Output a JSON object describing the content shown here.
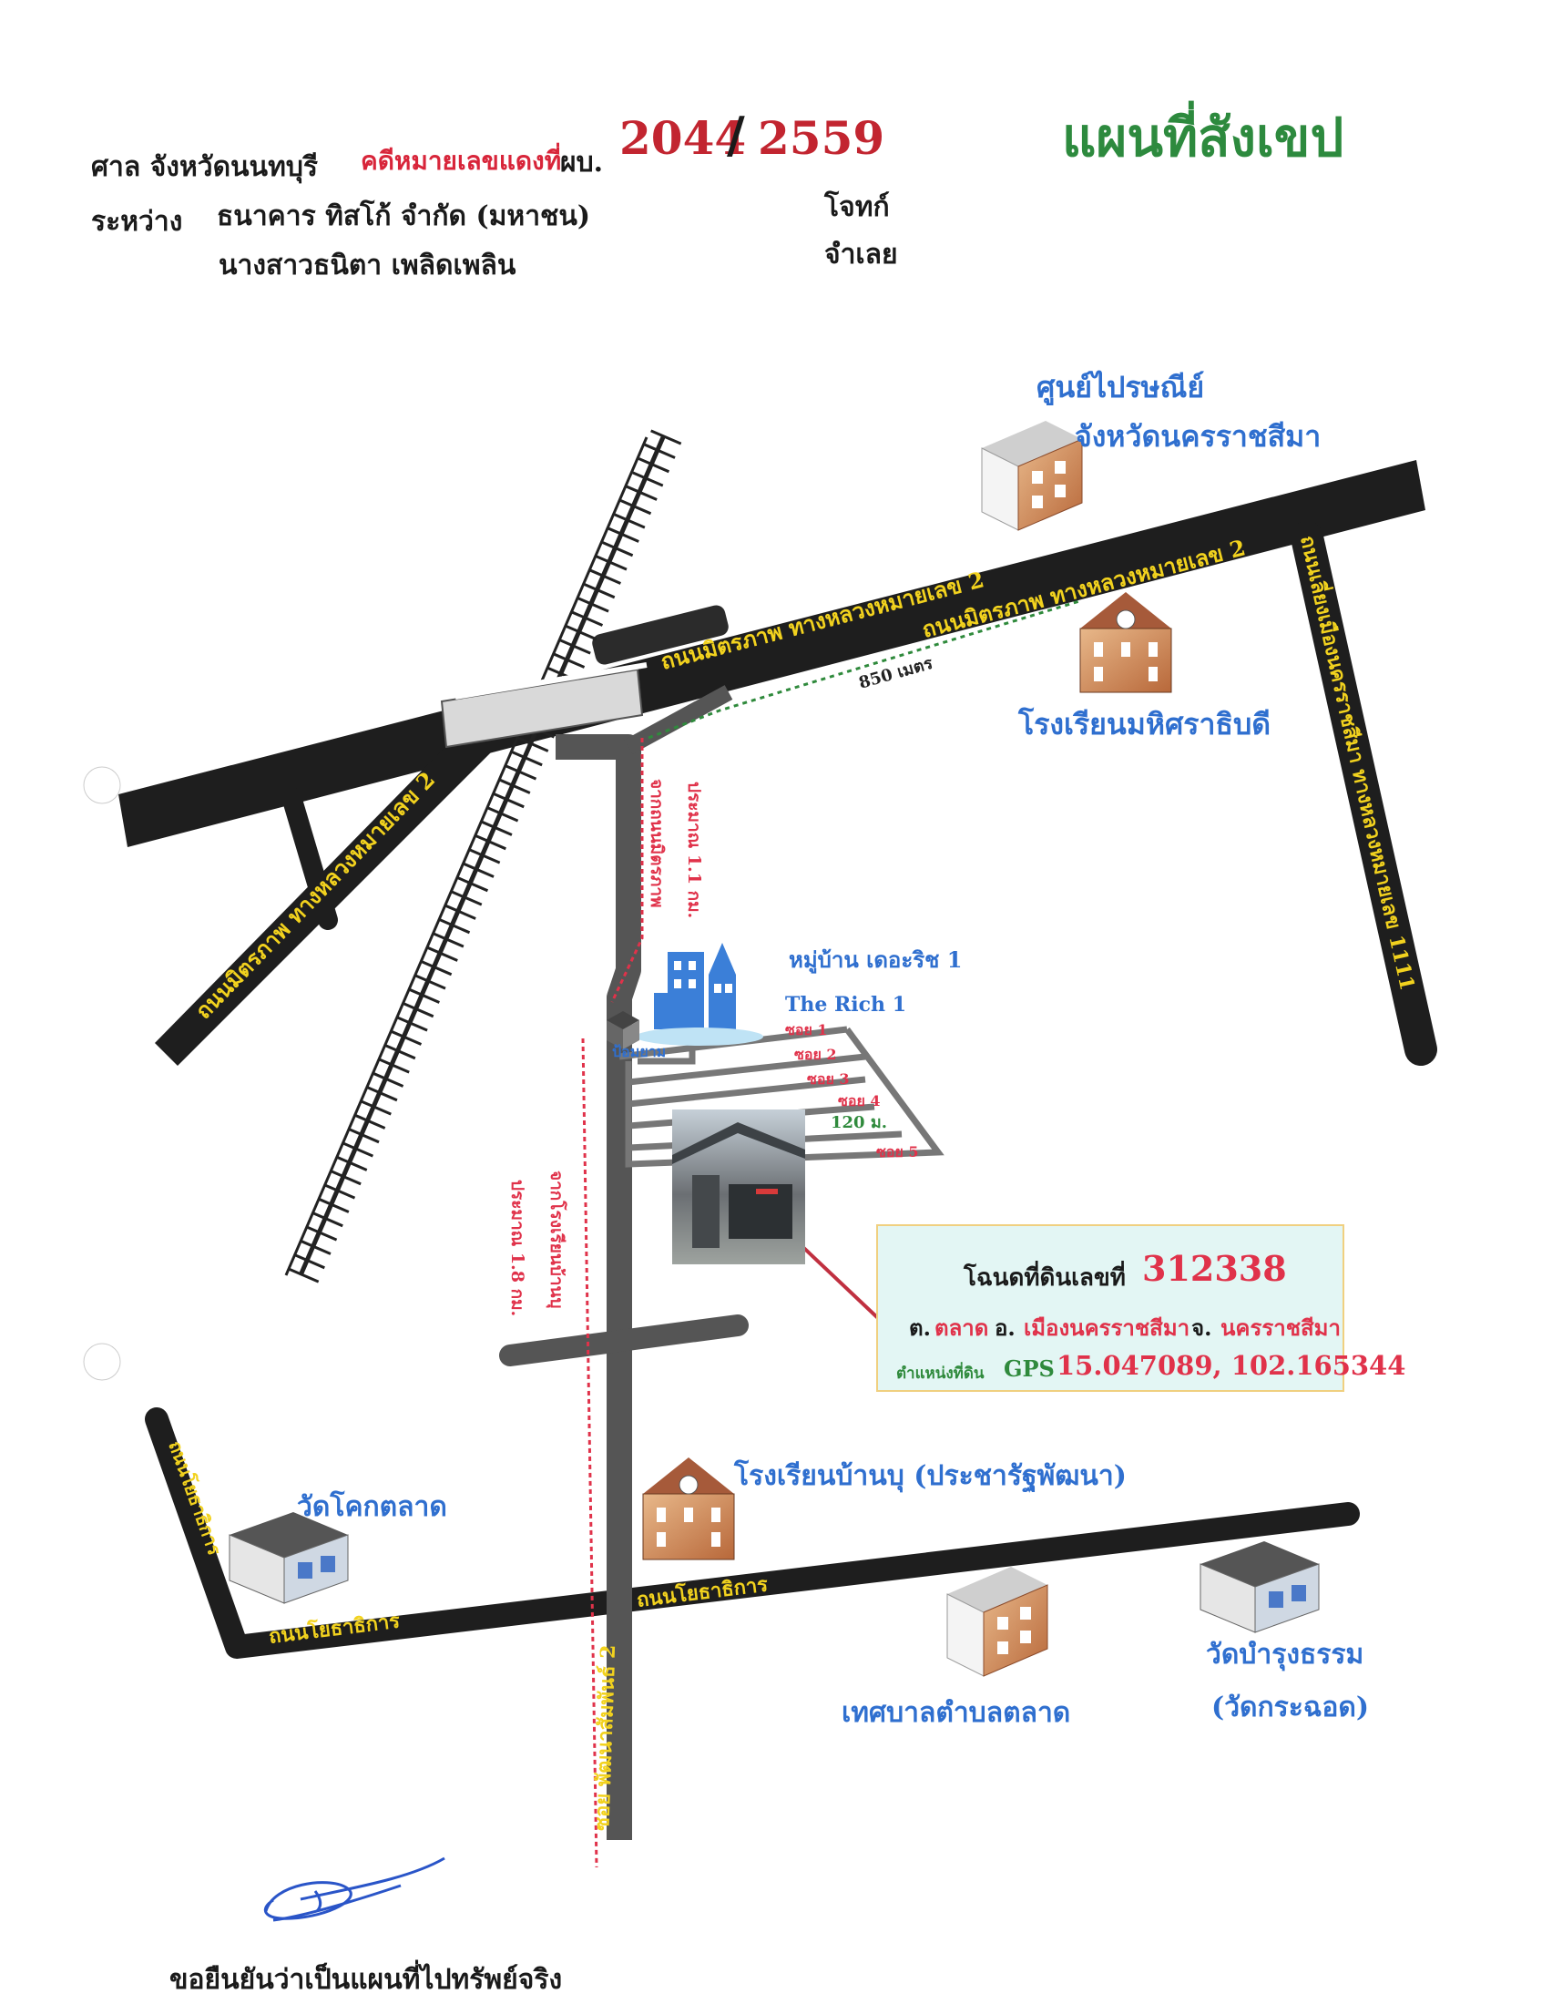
{
  "header": {
    "court": "ศาล จังหวัดนนทบุรี",
    "case_label": "คดีหมายเลขแดงที่",
    "case_prefix": "ผบ.",
    "case_number": "2044",
    "case_separator": "/",
    "case_year": "2559",
    "between_label": "ระหว่าง",
    "plaintiff": "ธนาคาร ทิสโก้ จำกัด (มหาชน)",
    "plaintiff_role": "โจทก์",
    "defendant": "นางสาวธนิตา เพลิดเพลิน",
    "defendant_role": "จำเลย"
  },
  "title": "แผนที่สังเขป",
  "landmarks": {
    "post_office_line1": "ศูนย์ไปรษณีย์",
    "post_office_line2": "จังหวัดนครราชสีมา",
    "school_mahit": "โรงเรียนมหิศราธิบดี",
    "village_th": "หมู่บ้าน เดอะริช 1",
    "village_en": "The Rich 1",
    "guard_post": "ป้อมยาม",
    "wat_khok": "วัดโคกตลาด",
    "school_ban_bu": "โรงเรียนบ้านบุ (ประชารัฐพัฒนา)",
    "municipality": "เทศบาลตำบลตลาด",
    "wat_bamrung_line1": "วัดบำรุงธรรม",
    "wat_bamrung_line2": "(วัดกระฉอด)"
  },
  "roads": {
    "mittraphap_main_upper": "ถนนมิตรภาพ  ทางหลวงหมายเลข 2",
    "mittraphap_main_lower": "ถนนมิตรภาพ  ทางหลวงหมายเลข 2",
    "mittraphap_branch": "ถนนมิตรภาพ  ทางหลวงหมายเลข 2",
    "highway_1111": "ถนนเลี่ยงเมืองนครราชสีมา  ทางหลวงหมายเลข 1111",
    "soi_vertical": "ซอย พัฒนาสัมพันธ์ 2",
    "yotha_main": "ถนนโยธาธิการ",
    "yotha_lower_left": "ถนนโยธาธิการ",
    "yotha_left_vertical": "ถนนโยธาธิการ",
    "soi_1": "ซอย 1",
    "soi_2": "ซอย 2",
    "soi_3": "ซอย 3",
    "soi_4": "ซอย 4",
    "soi_5": "ซอย 5"
  },
  "distances": {
    "school_to_soi": "850 เมตร",
    "from_mittraphap_line1": "จากถนนมิตรภาพ",
    "from_mittraphap_line2": "ประมาณ 1.1 กม.",
    "from_school_line1": "จากโรงเรียนบ้านบุ",
    "from_school_line2": "ประมาณ 1.8 กม.",
    "soi_distance": "120 ม."
  },
  "plot_info": {
    "deed_label": "โฉนดที่ดินเลขที่",
    "deed_number": "312338",
    "location_t_prefix": "ต.",
    "location_t": "ตลาด",
    "location_a_prefix": "อ.",
    "location_a": "เมืองนครราชสีมา",
    "location_j_prefix": "จ.",
    "location_j": "นครราชสีมา",
    "gps_label": "ตำแหน่งที่ดิน",
    "gps_prefix": "GPS",
    "gps_value": "15.047089, 102.165344"
  },
  "footer": {
    "confirm": "ขอยืนยันว่าเป็นแผนที่ไปทรัพย์จริง"
  },
  "colors": {
    "road": "#1e1e1e",
    "road_text": "#f2d21e",
    "soi_road": "#5a5a5a",
    "landmark_blue": "#2f6fcf",
    "red_dotted": "#e0324a",
    "green_dotted": "#2f8a3c",
    "title_green": "#2d8a3e"
  }
}
